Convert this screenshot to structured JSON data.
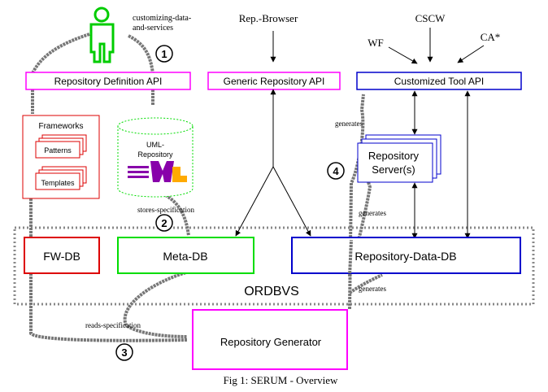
{
  "labels": {
    "customizing": [
      "customizing-data-",
      "and-services"
    ],
    "rep_browser": "Rep.-Browser",
    "cscw": "CSCW",
    "wf": "WF",
    "ca": "CA*",
    "repo_def_api": "Repository Definition API",
    "generic_api": "Generic Repository API",
    "custom_api": "Customized Tool API",
    "frameworks": "Frameworks",
    "patterns": "Patterns",
    "templates": "Templates",
    "uml_repo": [
      "UML-",
      "Repository"
    ],
    "repo_server": [
      "Repository",
      "Server(s)"
    ],
    "generates_1": "generates",
    "generates_2": "generates",
    "generates_3": "generates",
    "stores_spec": "stores-specification",
    "fw_db": "FW-DB",
    "meta_db": "Meta-DB",
    "repo_data_db": "Repository-Data-DB",
    "ordbvs": "ORDBVS",
    "reads_spec": "reads-specification",
    "repo_generator": "Repository Generator",
    "caption": "Fig 1: SERUM - Overview"
  },
  "steps": [
    "1",
    "2",
    "3",
    "4"
  ],
  "colors": {
    "actor": "#00cc00",
    "repo_def_api": "#ff00ff",
    "generic_api": "#ff00ff",
    "custom_api": "#0000cc",
    "frameworks": "#dd0000",
    "fw_db": "#dd0000",
    "meta_db": "#00dd00",
    "repo_data_db": "#0000cc",
    "repo_server": "#0000cc",
    "repo_generator": "#ff00ff"
  }
}
